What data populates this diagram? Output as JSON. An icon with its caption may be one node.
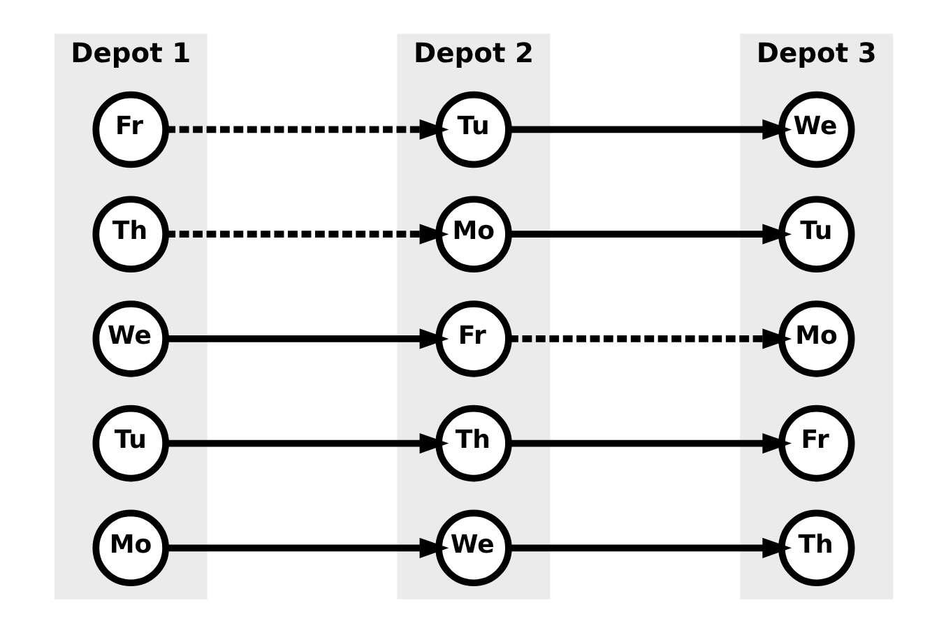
{
  "diagram": {
    "nodes": [
      {
        "text": [
          "Depot 1"
        ]
      },
      {
        "text": [
          "Fr"
        ],
        "in": 0
      },
      {
        "text": [
          "Th"
        ],
        "in": 0
      },
      {
        "text": [
          "We"
        ],
        "in": 0
      },
      {
        "text": [
          "Tu"
        ],
        "in": 0
      },
      {
        "text": [
          "Mo"
        ],
        "in": 0
      },
      {
        "text": [
          "Depot 2"
        ]
      },
      {
        "text": [
          "Fr"
        ],
        "in": 6
      },
      {
        "text": [
          "Th"
        ],
        "in": 6
      },
      {
        "text": [
          "We"
        ],
        "in": 6
      },
      {
        "text": [
          "Tu"
        ],
        "in": 6
      },
      {
        "text": [
          "Mo"
        ],
        "in": 6
      },
      {
        "text": [
          "Depot 3"
        ]
      },
      {
        "text": [
          "Fr"
        ],
        "in": 12
      },
      {
        "text": [
          "Th"
        ],
        "in": 12
      },
      {
        "text": [
          "We"
        ],
        "in": 12
      },
      {
        "text": [
          "Tu"
        ],
        "in": 12
      },
      {
        "text": [
          "Mo"
        ],
        "in": 12
      }
    ],
    "edges": [
      {
        "from": 1,
        "to": 10,
        "arrow": "to",
        "style": "dashed"
      },
      {
        "from": 2,
        "to": 11,
        "arrow": "to",
        "style": "dashed"
      },
      {
        "from": 3,
        "to": 7,
        "arrow": "to"
      },
      {
        "from": 4,
        "to": 8,
        "arrow": "to"
      },
      {
        "from": 5,
        "to": 9,
        "arrow": "to"
      },
      {
        "from": 7,
        "to": 17,
        "arrow": "to",
        "style": "dashed"
      },
      {
        "from": 8,
        "to": 13,
        "arrow": "to"
      },
      {
        "from": 9,
        "to": 14,
        "arrow": "to"
      },
      {
        "from": 10,
        "to": 15,
        "arrow": "to"
      },
      {
        "from": 11,
        "to": 16,
        "arrow": "to"
      }
    ]
  }
}
